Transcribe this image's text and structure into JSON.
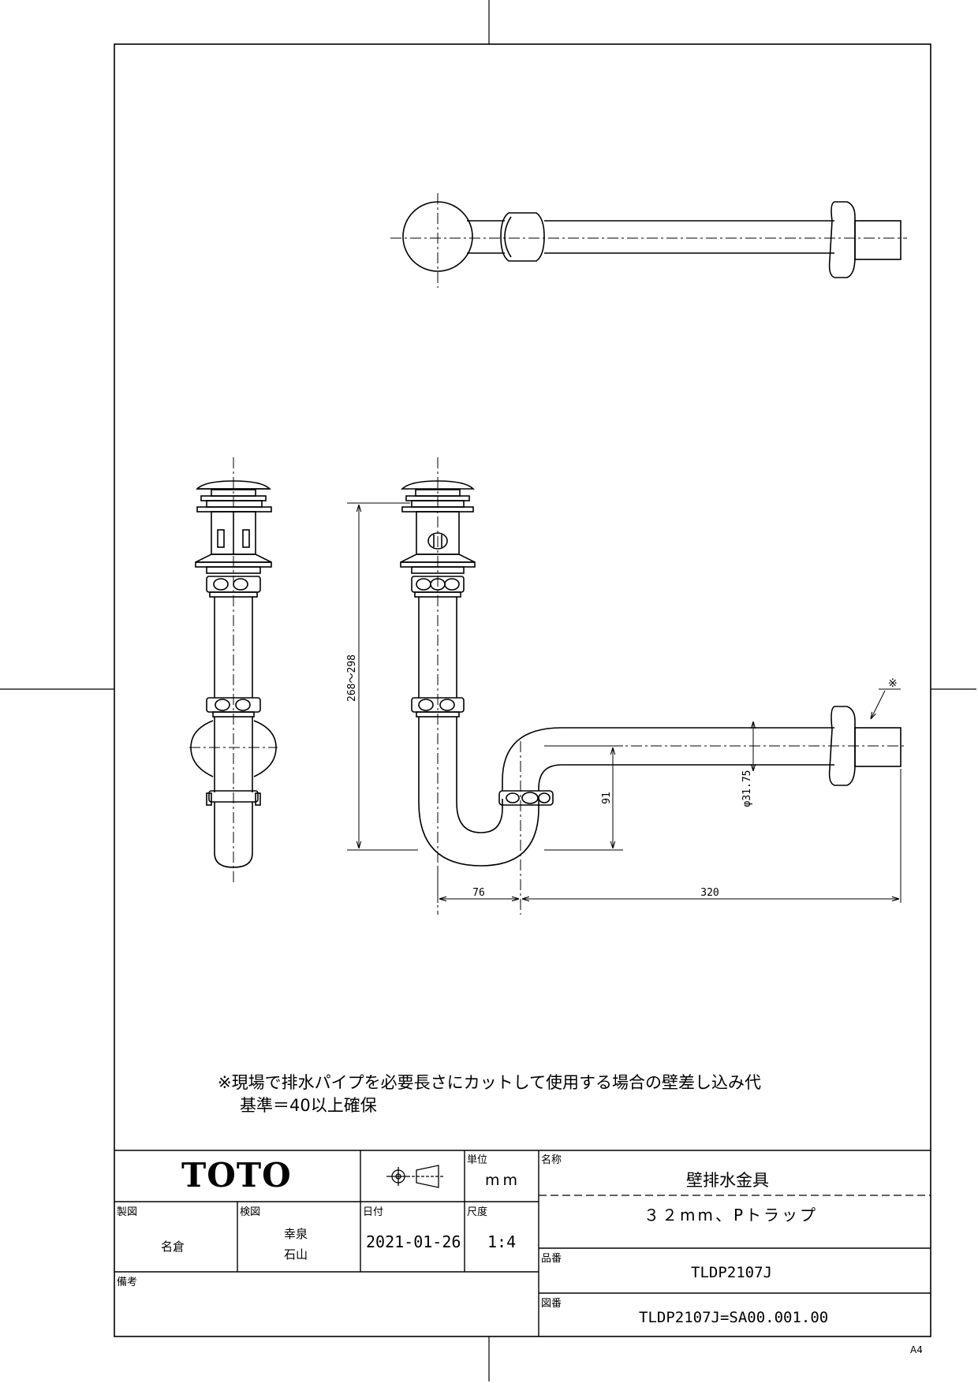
{
  "drawing": {
    "dimensions": {
      "height_range": "268～298",
      "trap_offset": "76",
      "wall_distance": "320",
      "trap_depth": "91",
      "pipe_diameter": "φ31.75",
      "wall_note_mark": "※"
    },
    "note": {
      "line1": "※現場で排水パイプを必要長さにカットして使用する場合の壁差し込み代",
      "line2": "基準＝40以上確保"
    }
  },
  "title_block": {
    "brand": "TOTO",
    "unit_label": "単位",
    "unit_value": "mm",
    "name_label": "名称",
    "name_value": "壁排水金具",
    "spec_value": "３２mm、Pトラップ",
    "drawn_label": "製図",
    "drawn_value": "名倉",
    "checked_label": "検図",
    "checked_value_1": "幸泉",
    "checked_value_2": "石山",
    "date_label": "日付",
    "date_value": "2021-01-26",
    "scale_label": "尺度",
    "scale_value": "1:4",
    "part_label": "品番",
    "part_value": "TLDP2107J",
    "remarks_label": "備考",
    "drawing_no_label": "図番",
    "drawing_no_value": "TLDP2107J=SA00.001.00"
  },
  "paper_size": "A4"
}
